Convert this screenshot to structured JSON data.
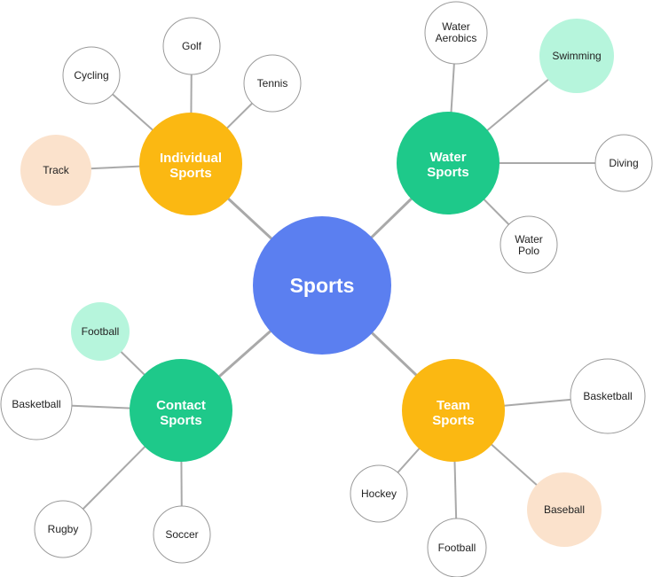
{
  "colors": {
    "center": "#5b7ff0",
    "orange_hub": "#fbb812",
    "green_hub": "#1ec98a",
    "leaf_fill": "#ffffff",
    "leaf_stroke": "#9a9a9a",
    "mint": "#b6f5dc",
    "peach": "#fbe2cc",
    "connector": "#a9a9a9"
  },
  "center": {
    "label": "Sports"
  },
  "hubs": {
    "individual": {
      "label": [
        "Individual",
        "Sports"
      ],
      "leaves": {
        "track": "Track",
        "cycling": "Cycling",
        "golf": "Golf",
        "tennis": "Tennis"
      }
    },
    "water": {
      "label": [
        "Water",
        "Sports"
      ],
      "leaves": {
        "water_aerobics": [
          "Water",
          "Aerobics"
        ],
        "swimming": "Swimming",
        "diving": "Diving",
        "water_polo": [
          "Water",
          "Polo"
        ]
      }
    },
    "contact": {
      "label": [
        "Contact",
        "Sports"
      ],
      "leaves": {
        "football": "Football",
        "basketball": "Basketball",
        "rugby": "Rugby",
        "soccer": "Soccer"
      }
    },
    "team": {
      "label": [
        "Team",
        "Sports"
      ],
      "leaves": {
        "basketball": "Basketball",
        "hockey": "Hockey",
        "football": "Football",
        "baseball": "Baseball"
      }
    }
  }
}
